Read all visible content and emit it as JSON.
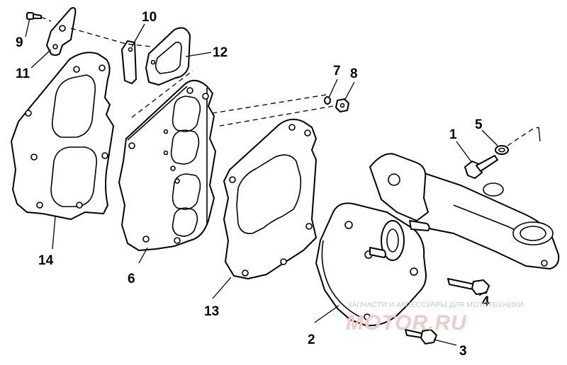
{
  "diagram": {
    "callouts": [
      {
        "id": "c1",
        "label": "1"
      },
      {
        "id": "c2",
        "label": "2"
      },
      {
        "id": "c3",
        "label": "3"
      },
      {
        "id": "c4",
        "label": "4"
      },
      {
        "id": "c5",
        "label": "5"
      },
      {
        "id": "c6",
        "label": "6"
      },
      {
        "id": "c7",
        "label": "7"
      },
      {
        "id": "c8",
        "label": "8"
      },
      {
        "id": "c9",
        "label": "9"
      },
      {
        "id": "c10",
        "label": "10"
      },
      {
        "id": "c11",
        "label": "11"
      },
      {
        "id": "c12",
        "label": "12"
      },
      {
        "id": "c13",
        "label": "13"
      },
      {
        "id": "c14",
        "label": "14"
      }
    ]
  },
  "watermark": {
    "caption": "ЗАПЧАСТИ И АКСЕССУАРЫ ДЛЯ МОТОТЕХНИКИ",
    "site": "MOTOR.RU"
  }
}
